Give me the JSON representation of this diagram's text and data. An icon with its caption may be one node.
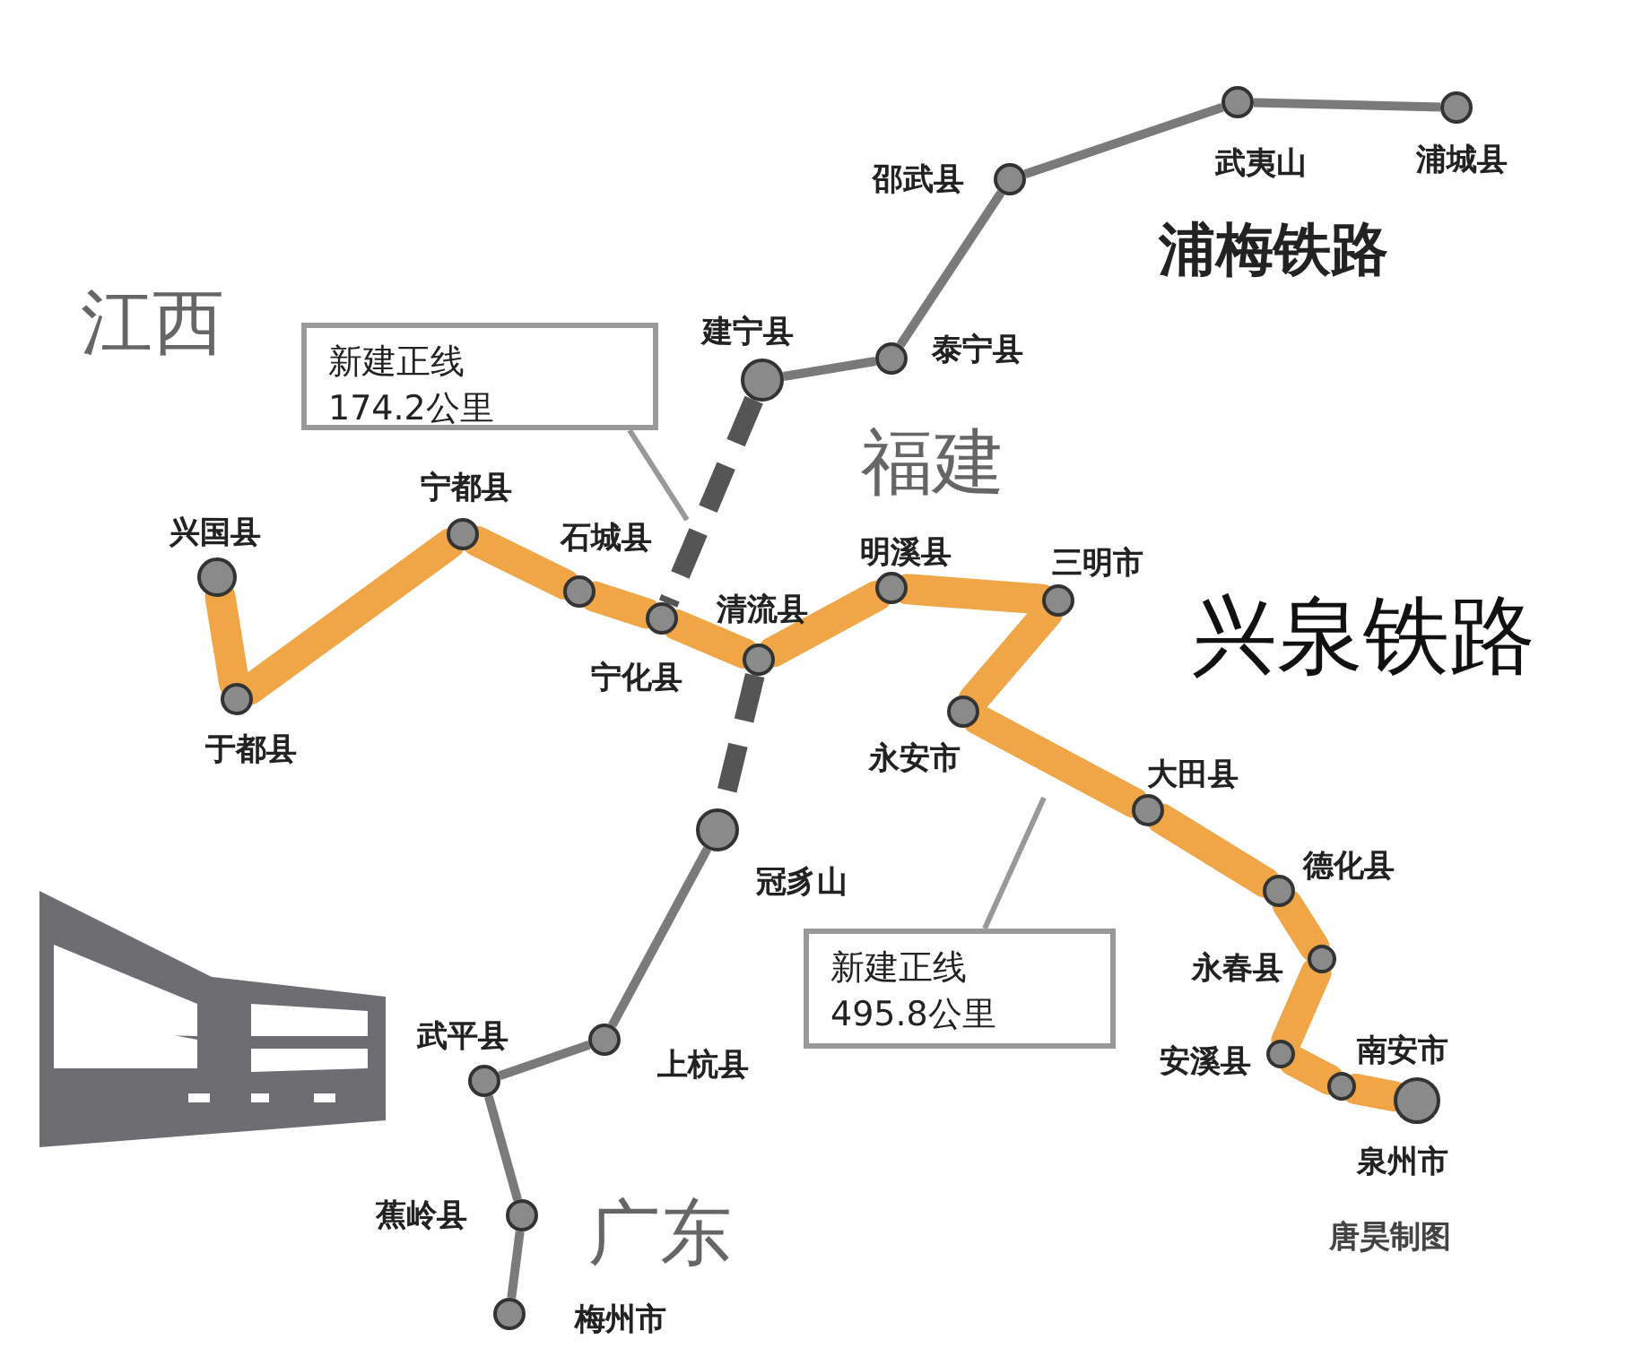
{
  "diagram": {
    "nodes": [
      {
        "text": [],
        "shape": "circle",
        "beside": [
          "浦城县"
        ]
      },
      {
        "text": [],
        "shape": "circle",
        "beside": [
          "武夷山"
        ]
      },
      {
        "text": [],
        "shape": "circle",
        "beside": [
          "邵武县"
        ]
      },
      {
        "text": [
          "新建正线",
          "174.2公里"
        ]
      },
      {
        "text": [],
        "shape": "circle",
        "beside": [
          "建宁县"
        ]
      },
      {
        "text": [],
        "shape": "circle",
        "beside": [
          "泰宁县"
        ]
      },
      {
        "text": [],
        "shape": "circle",
        "beside": [
          "宁都县"
        ]
      },
      {
        "text": [],
        "shape": "circle",
        "beside": [
          "兴国县"
        ]
      },
      {
        "text": [],
        "shape": "circle",
        "beside": [
          "石城县"
        ]
      },
      {
        "text": [],
        "shape": "circle",
        "beside": [
          "明溪县"
        ]
      },
      {
        "text": [],
        "shape": "circle",
        "beside": [
          "三明市"
        ]
      },
      {
        "text": [],
        "shape": "circle",
        "beside": [
          "宁化县"
        ]
      },
      {
        "text": [],
        "shape": "circle",
        "beside": [
          "清流县"
        ]
      },
      {
        "text": [],
        "shape": "circle",
        "beside": [
          "于都县"
        ]
      },
      {
        "text": [],
        "shape": "circle",
        "beside": [
          "永安市"
        ]
      },
      {
        "text": [],
        "shape": "circle",
        "beside": [
          "大田县"
        ]
      },
      {
        "text": [],
        "shape": "circle",
        "beside": [
          "冠豸山"
        ]
      },
      {
        "text": [],
        "shape": "circle",
        "beside": [
          "德化县"
        ]
      },
      {
        "text": [
          "新建正线",
          "495.8公里"
        ]
      },
      {
        "text": [],
        "shape": "circle",
        "beside": [
          "永春县"
        ]
      },
      {
        "text": [],
        "shape": "circle",
        "beside": [
          "武平县"
        ]
      },
      {
        "text": [],
        "shape": "circle",
        "beside": [
          "上杭县"
        ]
      },
      {
        "text": [],
        "shape": "circle",
        "beside": [
          "安溪县"
        ]
      },
      {
        "text": [],
        "shape": "circle",
        "beside": [
          "南安市"
        ]
      },
      {
        "text": [],
        "shape": "circle",
        "beside": [
          "泉州市"
        ]
      },
      {
        "text": [],
        "shape": "circle",
        "beside": [
          "蕉岭县"
        ]
      },
      {
        "text": [],
        "shape": "circle",
        "beside": [
          "梅州市"
        ]
      }
    ],
    "edges": [
      {
        "from": 0,
        "to": 1,
        "arrow": "none",
        "color": "#7a7a7a"
      },
      {
        "from": 1,
        "to": 2,
        "arrow": "none",
        "color": "#7a7a7a"
      },
      {
        "from": 2,
        "to": 5,
        "arrow": "none",
        "color": "#7a7a7a"
      },
      {
        "from": 5,
        "to": 4,
        "arrow": "none",
        "color": "#7a7a7a"
      },
      {
        "from": 4,
        "to": 11,
        "arrow": "none",
        "style": "dashed",
        "color": "#555555"
      },
      {
        "from": 12,
        "to": 16,
        "arrow": "none",
        "style": "dashed",
        "color": "#555555"
      },
      {
        "from": 16,
        "to": 21,
        "arrow": "none",
        "color": "#7a7a7a"
      },
      {
        "from": 21,
        "to": 20,
        "arrow": "none",
        "color": "#7a7a7a"
      },
      {
        "from": 20,
        "to": 25,
        "arrow": "none",
        "color": "#7a7a7a"
      },
      {
        "from": 25,
        "to": 26,
        "arrow": "none",
        "color": "#7a7a7a"
      },
      {
        "from": 7,
        "to": 13,
        "arrow": "none"
      },
      {
        "from": 13,
        "to": 6,
        "arrow": "none"
      },
      {
        "from": 6,
        "to": 8,
        "arrow": "none"
      },
      {
        "from": 8,
        "to": 11,
        "arrow": "none"
      },
      {
        "from": 11,
        "to": 12,
        "arrow": "none"
      },
      {
        "from": 12,
        "to": 9,
        "arrow": "none"
      },
      {
        "from": 9,
        "to": 10,
        "arrow": "none"
      },
      {
        "from": 10,
        "to": 14,
        "arrow": "none"
      },
      {
        "from": 14,
        "to": 15,
        "arrow": "none"
      },
      {
        "from": 15,
        "to": 17,
        "arrow": "none"
      },
      {
        "from": 17,
        "to": 19,
        "arrow": "none"
      },
      {
        "from": 19,
        "to": 22,
        "arrow": "none"
      },
      {
        "from": 22,
        "to": 23,
        "arrow": "none"
      },
      {
        "from": 23,
        "to": 24,
        "arrow": "none"
      },
      {
        "from": 3,
        "to": null,
        "arrow": "none",
        "color": "#999999"
      },
      {
        "from": 18,
        "to": null,
        "arrow": "none",
        "color": "#999999"
      }
    ],
    "labels": [
      "浦梅铁路",
      "江西",
      "福建",
      "兴泉铁路",
      "广东",
      "唐昊制图"
    ]
  }
}
